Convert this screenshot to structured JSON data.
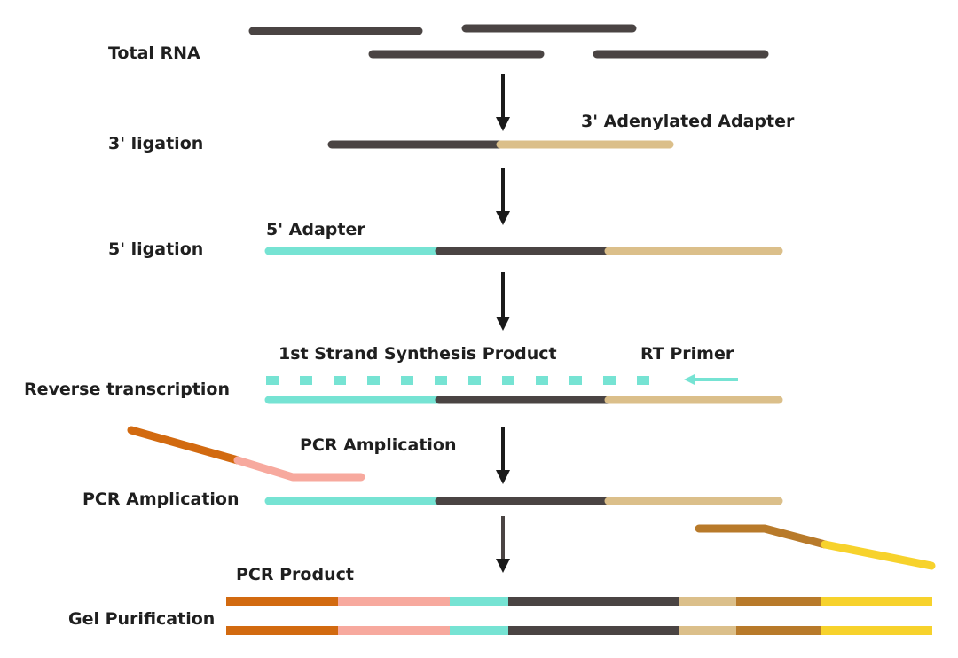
{
  "steps": {
    "total_rna": "Total RNA",
    "ligation_3": "3' ligation",
    "ligation_5": "5' ligation",
    "reverse_transcription": "Reverse transcription",
    "pcr_amplication": "PCR Amplication",
    "gel_purification": "Gel Purification"
  },
  "annotations": {
    "adenylated_adapter": "3' Adenylated Adapter",
    "adapter_5": "5' Adapter",
    "first_strand_product": "1st Strand Synthesis Product",
    "rt_primer": "RT Primer",
    "pcr_amplication": "PCR Amplication",
    "pcr_product": "PCR Product"
  },
  "colors": {
    "rna": "#4a4443",
    "adenylated_adapter": "#dbbf8a",
    "adapter_5": "#76e3d3",
    "primer_orange": "#d26a10",
    "primer_pink": "#f7a99e",
    "primer_brown": "#b87a2a",
    "primer_yellow": "#f7d22c",
    "arrow": "#1a1a1a",
    "arrow_light": "#4a4443"
  }
}
